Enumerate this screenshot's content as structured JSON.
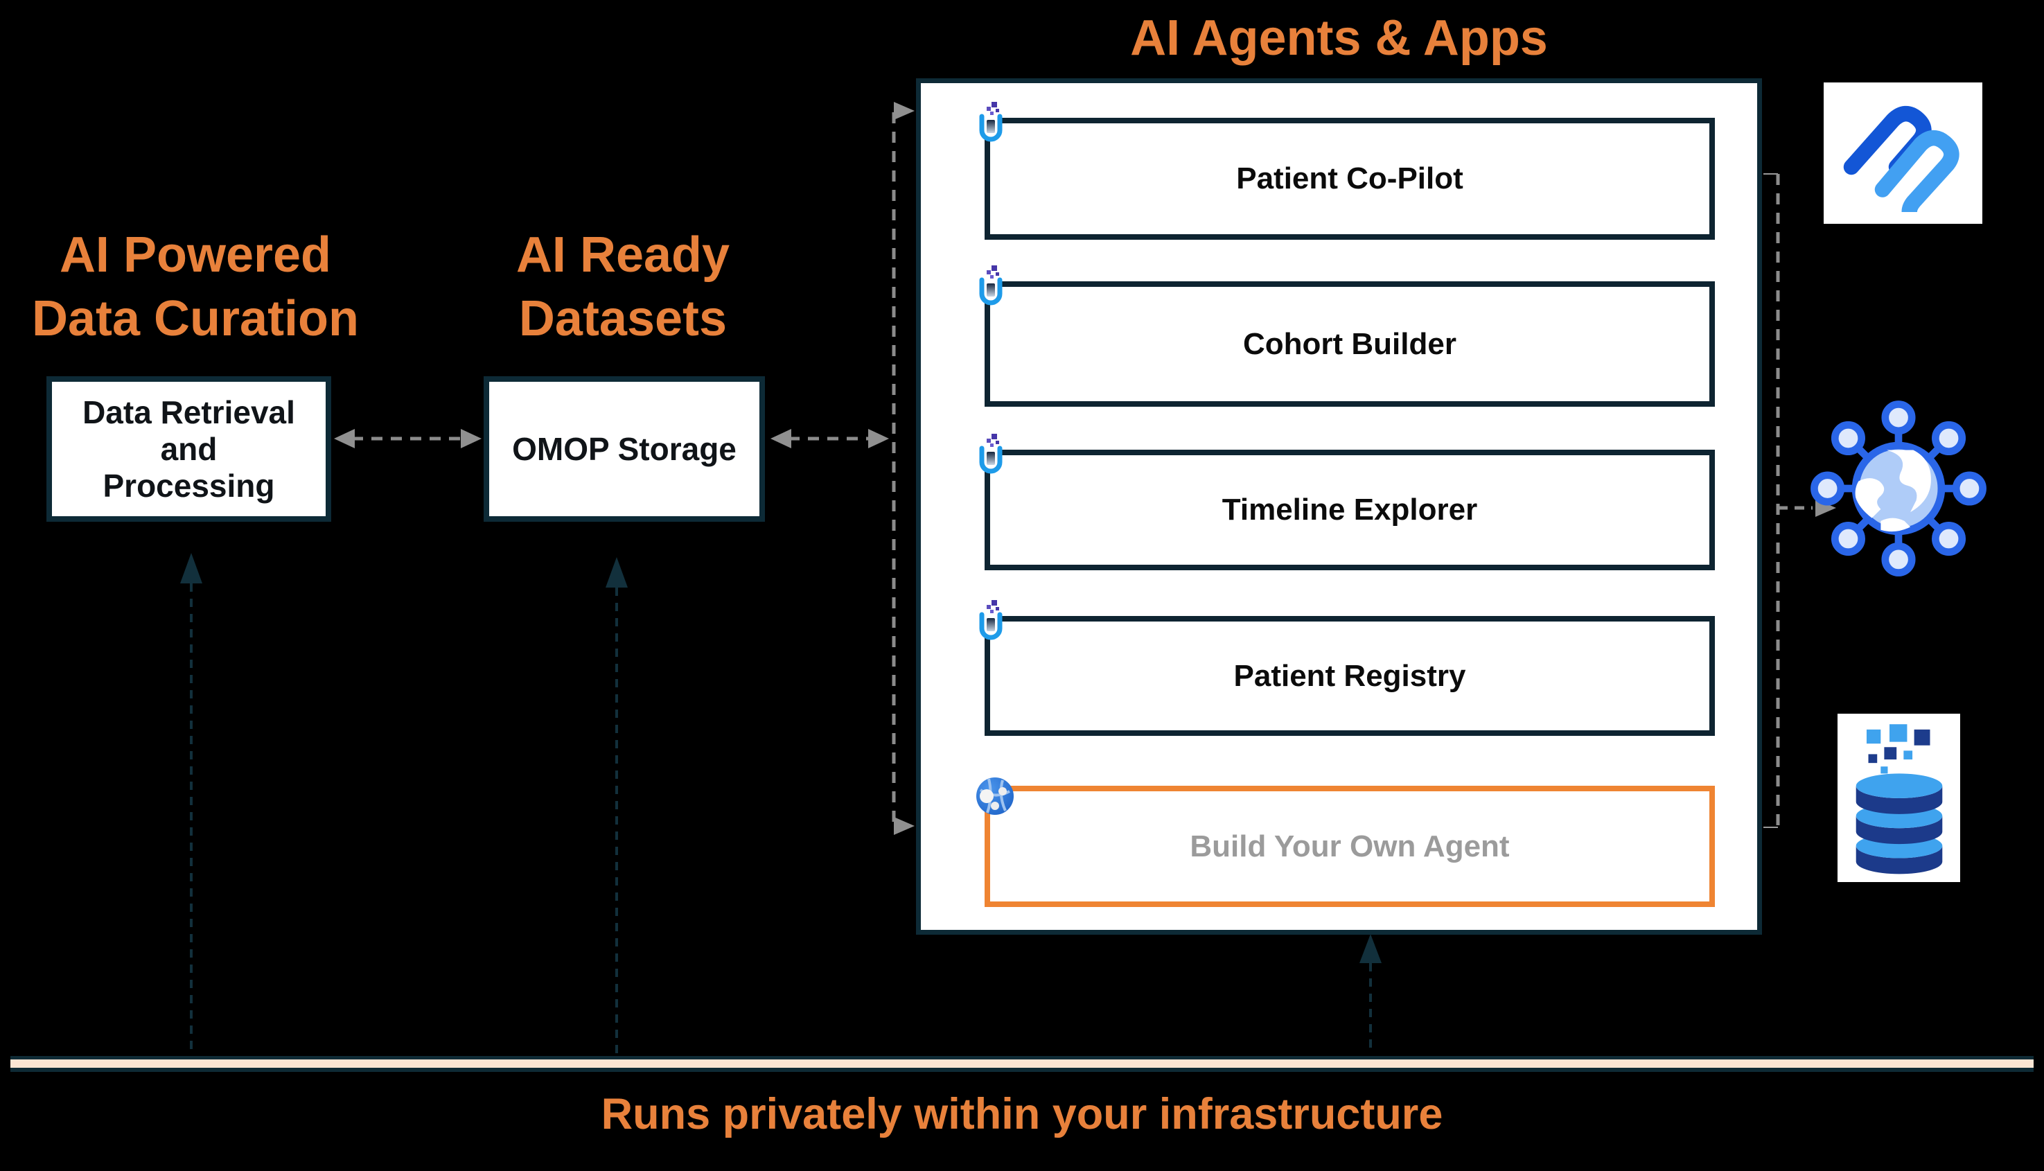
{
  "page": {
    "background": "#000000"
  },
  "colors": {
    "accent_orange": "#E8813B",
    "dark_teal": "#0D2A36",
    "cream_band": "#FAE5D3",
    "muted_gray_text": "#9B9B9B",
    "arrow_gray": "#8C8C8C",
    "custom_agent_border": "#EF8432",
    "icon_blue": "#2196E8",
    "icon_navy": "#1C3A8A",
    "icon_light_blue": "#3FA3EE"
  },
  "pipeline": {
    "curation": {
      "heading": "AI Powered\nData Curation",
      "box_label": "Data Retrieval\nand\nProcessing"
    },
    "datasets": {
      "heading": "AI Ready\nDatasets",
      "box_label": "OMOP Storage"
    }
  },
  "agents_panel": {
    "title": "AI Agents & Apps",
    "apps": [
      {
        "label": "Patient Co-Pilot",
        "icon": "pixel-testtube-icon"
      },
      {
        "label": "Cohort Builder",
        "icon": "pixel-testtube-icon"
      },
      {
        "label": "Timeline Explorer",
        "icon": "pixel-testtube-icon"
      },
      {
        "label": "Patient Registry",
        "icon": "pixel-testtube-icon"
      },
      {
        "label": "Build Your Own Agent",
        "icon": "network-globe-icon",
        "state": "custom"
      }
    ]
  },
  "right_icons": [
    {
      "name": "paperclip-logo"
    },
    {
      "name": "connected-globe-icon"
    },
    {
      "name": "pixel-database-icon"
    }
  ],
  "footer": {
    "caption": "Runs privately within your infrastructure"
  }
}
